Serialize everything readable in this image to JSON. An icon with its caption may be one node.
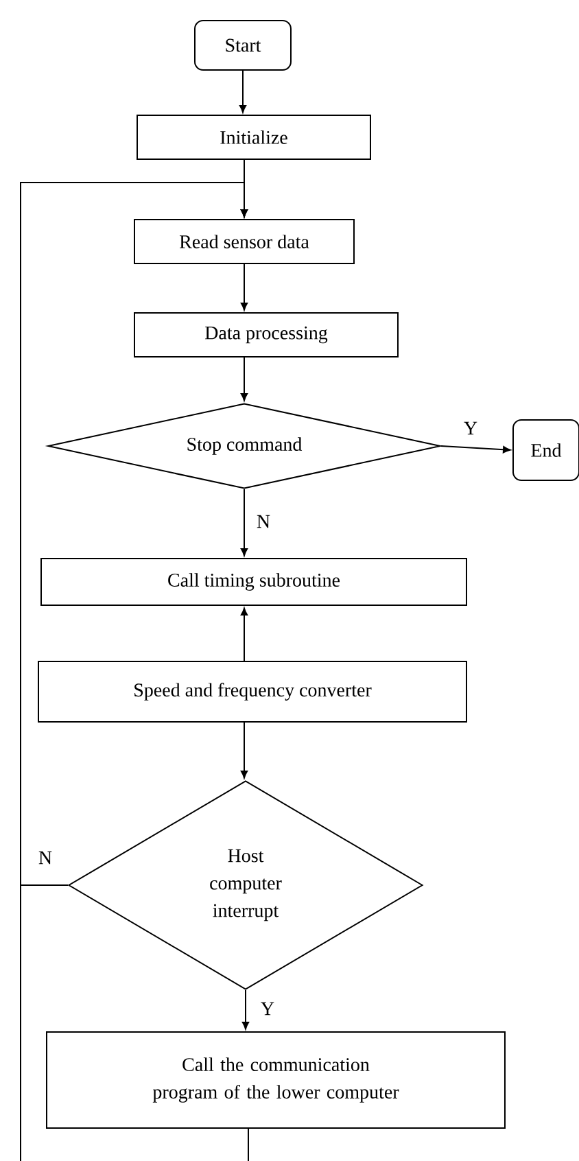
{
  "diagram": {
    "nodes": [
      {
        "text": [
          "Start"
        ]
      },
      {
        "text": [
          "Initialize"
        ]
      },
      {
        "text": [
          "Read sensor data"
        ]
      },
      {
        "text": [
          "Data processing"
        ]
      },
      {
        "text": [
          "Stop command"
        ]
      },
      {
        "text": [
          "End"
        ]
      },
      {
        "text": [
          "Call timing subroutine"
        ]
      },
      {
        "text": [
          "Speed and frequency converter"
        ]
      },
      {
        "text": [
          "Host computer interrupt"
        ]
      },
      {
        "text": [
          "Call the communication program of the lower computer"
        ]
      }
    ],
    "edges": [
      {
        "from": 0,
        "to": 1,
        "arrow": "to"
      },
      {
        "from": 1,
        "to": 2,
        "arrow": "to"
      },
      {
        "from": 2,
        "to": 3,
        "arrow": "to"
      },
      {
        "from": 3,
        "to": 4,
        "arrow": "to"
      },
      {
        "from": 4,
        "to": 5,
        "arrow": "to",
        "label": "Y"
      },
      {
        "from": 4,
        "to": 6,
        "arrow": "to",
        "label": "N"
      },
      {
        "from": 7,
        "to": 6,
        "arrow": "to"
      },
      {
        "from": 7,
        "to": 8,
        "arrow": "to"
      },
      {
        "from": 8,
        "to": 9,
        "arrow": "to",
        "label": "Y"
      },
      {
        "from": 8,
        "to": 2,
        "arrow": "to",
        "label": "N"
      },
      {
        "from": null,
        "to": 2,
        "arrow": "to"
      },
      {
        "from": 9,
        "to": null,
        "arrow": "none"
      }
    ]
  }
}
